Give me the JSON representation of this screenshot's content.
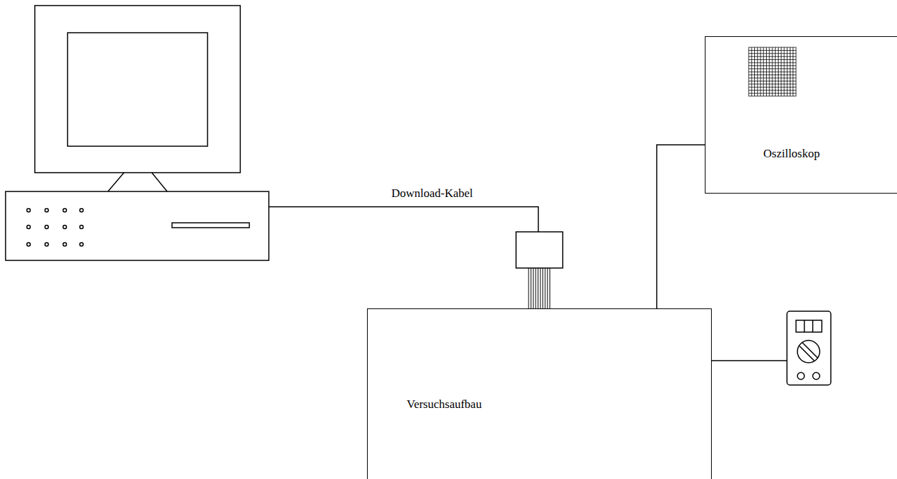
{
  "diagram": {
    "nodes": [
      {
        "text": [
          "Oszilloskop"
        ]
      },
      {
        "text": [
          "Versuchsaufbau"
        ]
      }
    ],
    "edges": [
      {
        "from": 1,
        "to": 0,
        "arrow": "none"
      }
    ],
    "labels": [
      "Download-Kabel"
    ]
  }
}
